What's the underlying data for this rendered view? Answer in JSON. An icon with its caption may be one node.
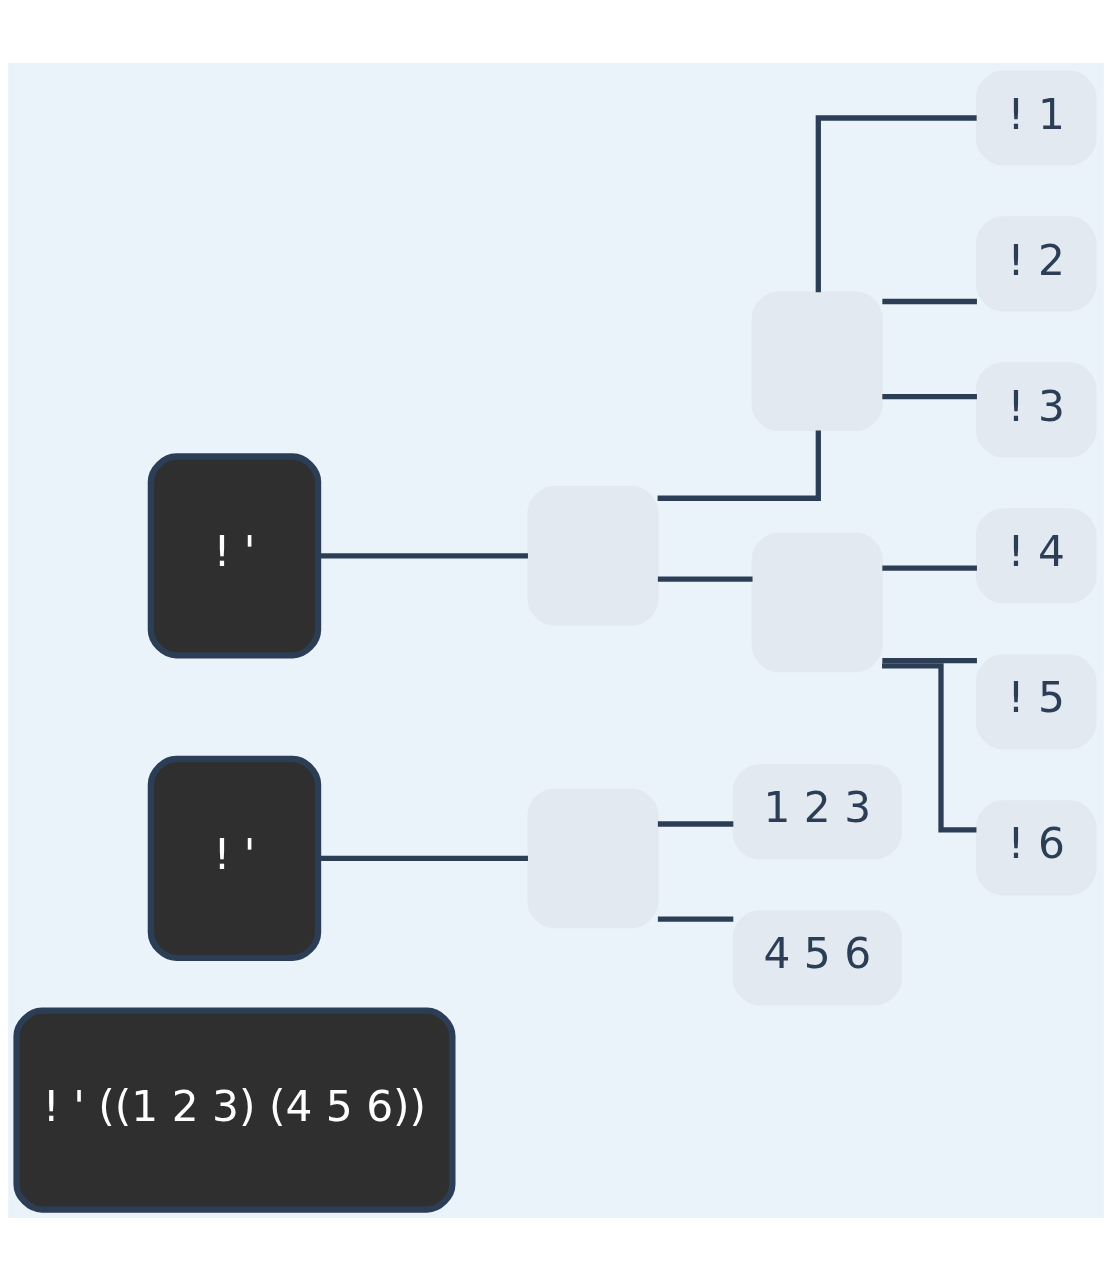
{
  "diagram": {
    "nodes": [
      {
        "text": [
          "! '"
        ]
      },
      {
        "text": [],
        "shape": "box"
      },
      {
        "text": [],
        "shape": "box"
      },
      {
        "text": [
          "! 1"
        ]
      },
      {
        "text": [
          "! 2"
        ]
      },
      {
        "text": [
          "! 3"
        ]
      },
      {
        "text": [],
        "shape": "box"
      },
      {
        "text": [
          "! 4"
        ]
      },
      {
        "text": [
          "! 5"
        ]
      },
      {
        "text": [
          "! 6"
        ]
      },
      {
        "text": [
          "! '"
        ]
      },
      {
        "text": [],
        "shape": "box"
      },
      {
        "text": [
          "1 2 3"
        ]
      },
      {
        "text": [
          "4 5 6"
        ]
      },
      {
        "text": [
          "! ' ((1 2 3) (4 5 6))"
        ]
      }
    ],
    "edges": [
      {
        "from": 0,
        "to": 1,
        "arrow": "none"
      },
      {
        "from": 1,
        "to": 2,
        "arrow": "none"
      },
      {
        "from": 1,
        "to": 6,
        "arrow": "none"
      },
      {
        "from": 2,
        "to": 3,
        "arrow": "none"
      },
      {
        "from": 2,
        "to": 4,
        "arrow": "none"
      },
      {
        "from": 2,
        "to": 5,
        "arrow": "none"
      },
      {
        "from": 6,
        "to": 7,
        "arrow": "none"
      },
      {
        "from": 6,
        "to": 8,
        "arrow": "none"
      },
      {
        "from": 6,
        "to": 9,
        "arrow": "none"
      },
      {
        "from": 10,
        "to": 11,
        "arrow": "none"
      },
      {
        "from": 11,
        "to": 12,
        "arrow": "none"
      },
      {
        "from": 11,
        "to": 13,
        "arrow": "none"
      }
    ]
  }
}
